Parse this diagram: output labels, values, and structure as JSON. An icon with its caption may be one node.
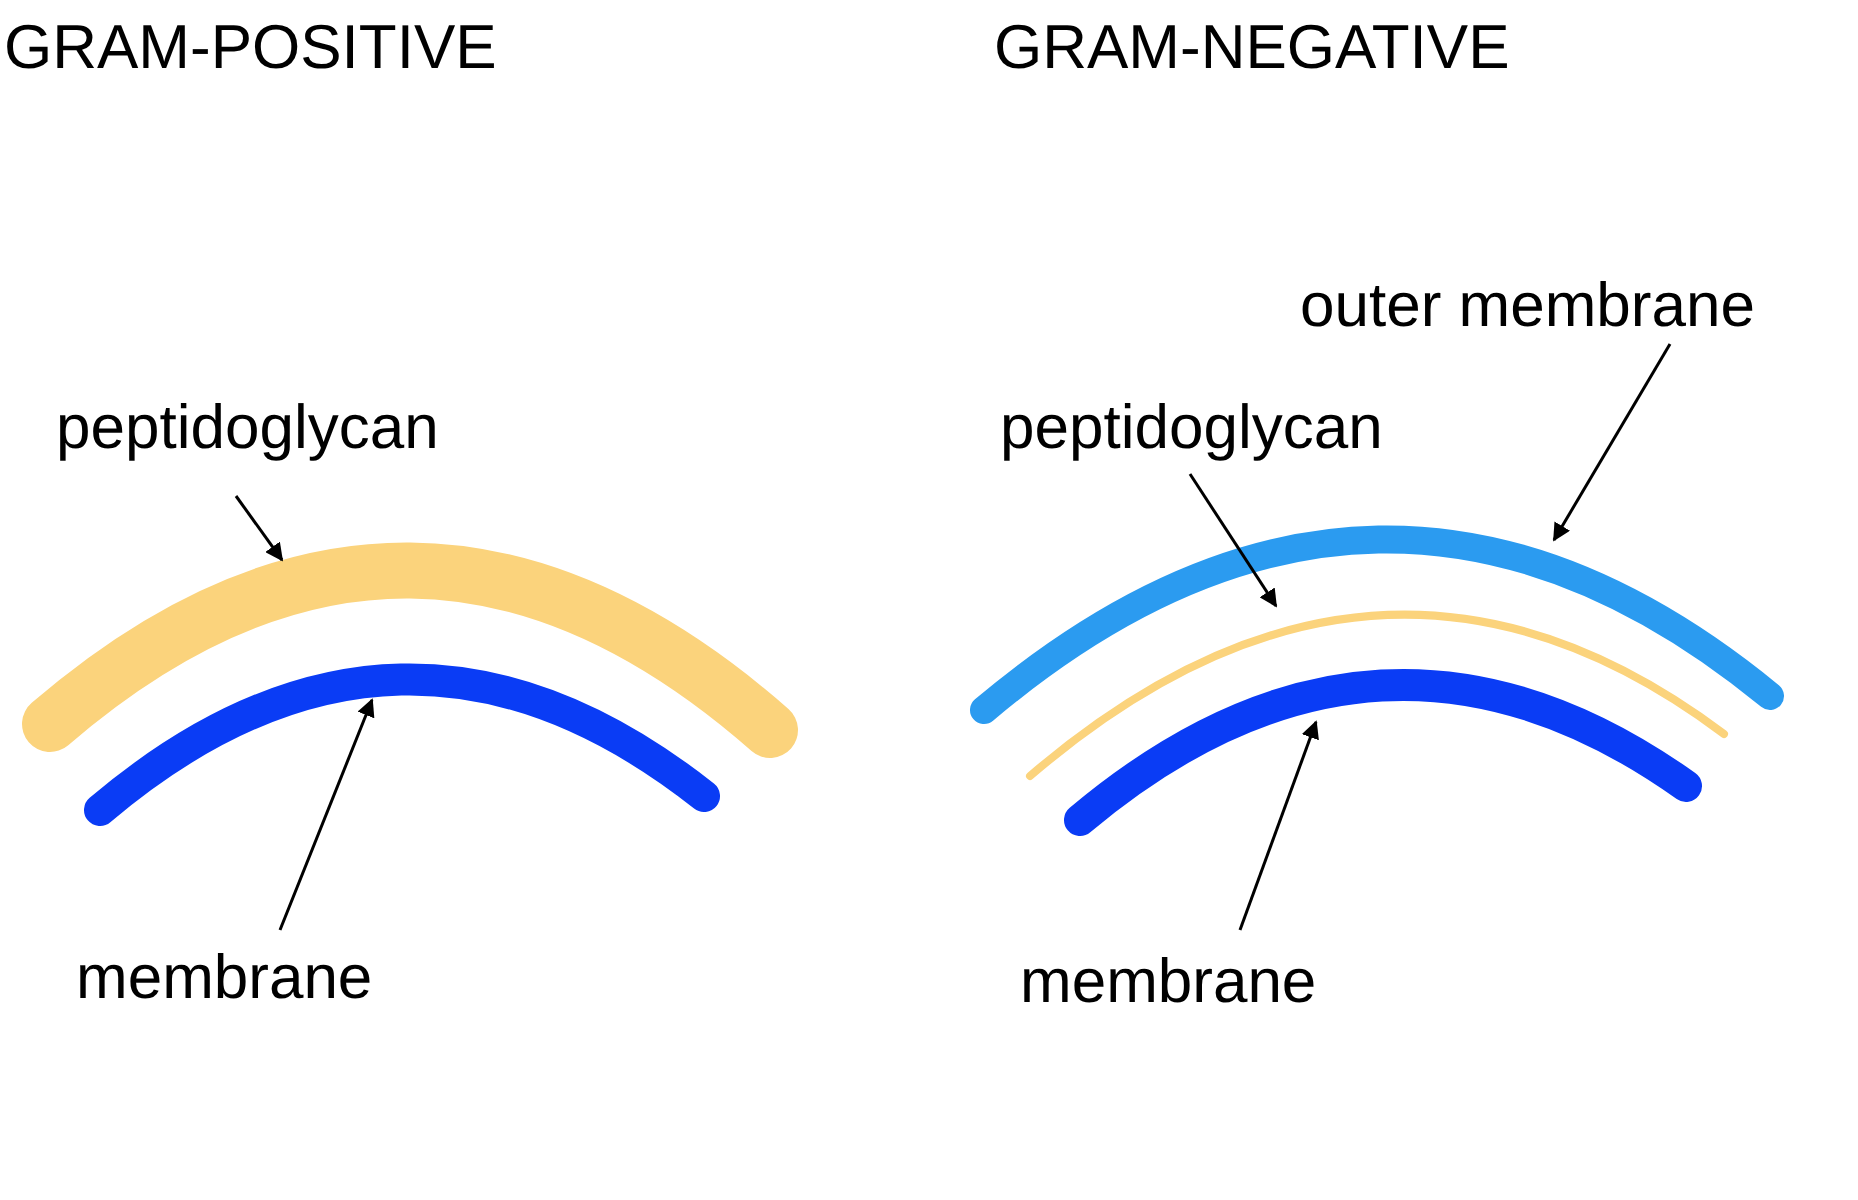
{
  "diagram": {
    "nodes": [
      {
        "text": [
          "peptidoglycan"
        ]
      },
      {
        "text": [],
        "shape": "arc"
      },
      {
        "text": [
          "membrane"
        ]
      },
      {
        "text": [],
        "shape": "arc"
      },
      {
        "text": [
          "outer membrane"
        ]
      },
      {
        "text": [],
        "shape": "arc"
      },
      {
        "text": [
          "peptidoglycan"
        ]
      },
      {
        "text": [],
        "shape": "arc"
      },
      {
        "text": [
          "membrane"
        ]
      },
      {
        "text": [],
        "shape": "arc"
      }
    ],
    "edges": [
      {
        "from": 0,
        "to": 1,
        "arrow": "to"
      },
      {
        "from": 2,
        "to": 3,
        "arrow": "to"
      },
      {
        "from": 4,
        "to": 5,
        "arrow": "to"
      },
      {
        "from": 6,
        "to": 7,
        "arrow": "to"
      },
      {
        "from": 8,
        "to": 9,
        "arrow": "to"
      }
    ],
    "labels": [
      "GRAM-POSITIVE",
      "GRAM-NEGATIVE"
    ]
  }
}
